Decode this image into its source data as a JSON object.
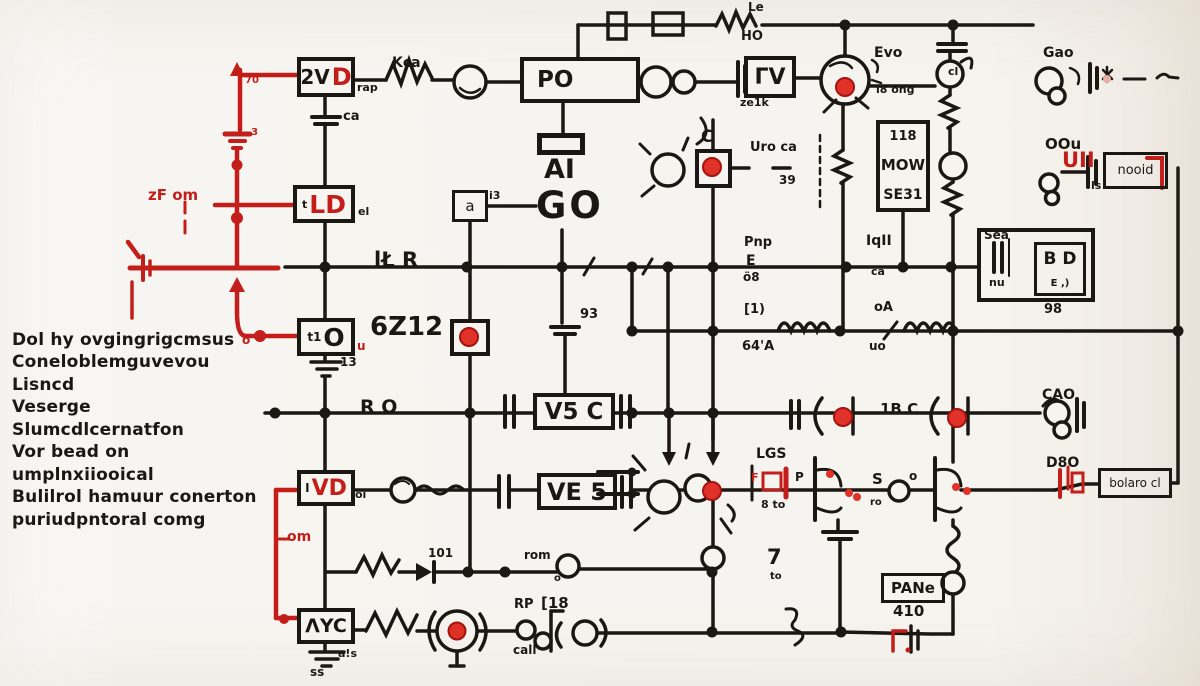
{
  "colors": {
    "background": "#f7f5f1",
    "ink": "#1b1713",
    "red": "#c41e1a",
    "red_dot": "#e03228"
  },
  "paragraph": {
    "line1": "Dol hy ovgingrigcmsus",
    "line2": "Coneloblemguvevou Lisncd",
    "line3": "Veserge Slumcdlcernatfon",
    "line4": "Vor bead on umplnxiiooical",
    "line5": "Bulilrol hamuur conerton",
    "line6": "puriudpntoral comg"
  },
  "boxes": {
    "vd1": {
      "pre": "2V",
      "acc": "D",
      "side": "rap"
    },
    "ld": {
      "pre": "t",
      "acc": "LD",
      "side": "el"
    },
    "lo": {
      "pre": "t1",
      "main": "O",
      "side": "u"
    },
    "vd2": {
      "pre": "I",
      "acc": "VD",
      "side": "oi"
    },
    "yc": {
      "main": "ΛYC"
    },
    "po": {
      "main": "PO"
    },
    "ai": {
      "main": "AI"
    },
    "ga": {
      "main": "a",
      "side": "i3"
    },
    "go": {
      "main": "GO"
    },
    "cv": {
      "main": "ΓV",
      "sub": "ze1k"
    },
    "v5c": {
      "main": "V5 C"
    },
    "ve5": {
      "main": "VE 5"
    },
    "pane": {
      "main": "PANe",
      "sub": "410"
    },
    "nooid": {
      "main": "nooid"
    },
    "bolaro": {
      "main": "bolaro cl"
    },
    "reg118": {
      "l1": "118",
      "l2": "MOW",
      "l3": "SE31"
    },
    "sea": {
      "top": "Sea",
      "mid": "nu",
      "inner": "B D",
      "inner2": "E ,)",
      "sub": "98"
    }
  },
  "labels": {
    "kca": "Kca",
    "ca": "ca",
    "le": "Le",
    "ho": "HO",
    "evo": "Evo",
    "i8ong": "i8 ong",
    "cl": "cl",
    "gao": "Gao",
    "oou": "OOu",
    "uii": "UII",
    "ls": "ls",
    "uro": "Uro ca",
    "n39": "39",
    "c": "C",
    "pnp": "Pnp",
    "e": "E",
    "o8": "ö8",
    "iqii": "IqII",
    "ca2": "ca",
    "b1": "[1)",
    "n64a": "64'A",
    "oa": "oA",
    "uo": "uo",
    "n93": "93",
    "ltr": "lŁ R",
    "g6z12": "6Z12",
    "rvo": "R O",
    "om": "om",
    "zfom": "zF om",
    "n70": "70",
    "a3": "-3",
    "o_red": "o",
    "n13": "13",
    "n101": "101",
    "rom": "rom",
    "o2": "o",
    "rp": "RP",
    "b18": "[18",
    "call": "call",
    "ss": "ss",
    "ais": "a!s",
    "lgs": "LGS",
    "p": "P",
    "f": "F",
    "n8to": "8 to",
    "s": "S",
    "o3": "o",
    "ro": "ro",
    "n7": "7",
    "to": "to",
    "bc1": "1B C",
    "cao": "CAO",
    "d8o": "D8O",
    "n98": "98"
  }
}
